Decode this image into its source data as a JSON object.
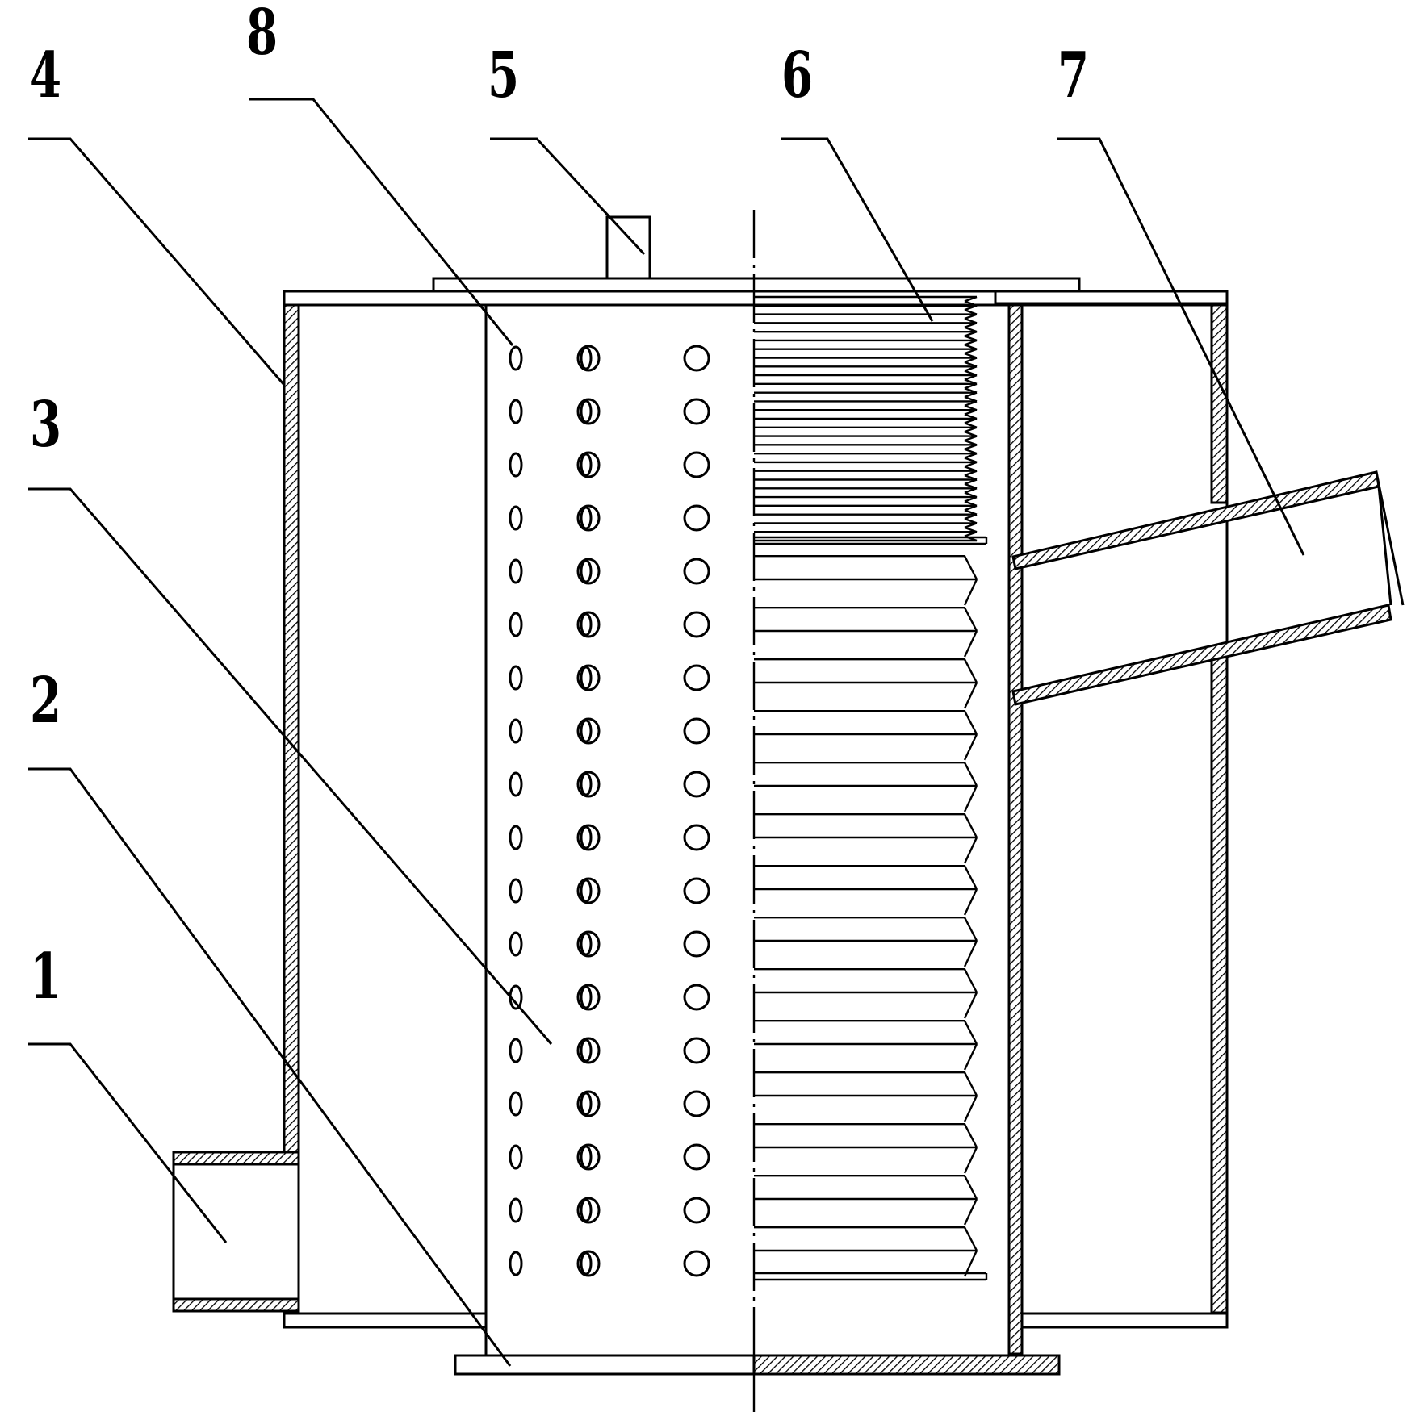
{
  "diagram": {
    "labels": {
      "l1": "1",
      "l2": "2",
      "l3": "3",
      "l4": "4",
      "l5": "5",
      "l6": "6",
      "l7": "7",
      "l8": "8"
    },
    "perforation": {
      "rows": 18,
      "columns": 3
    },
    "pleats": {
      "fine_count": 28,
      "coarse_count": 14
    },
    "colors": {
      "stroke": "#000000",
      "background": "#ffffff"
    }
  }
}
